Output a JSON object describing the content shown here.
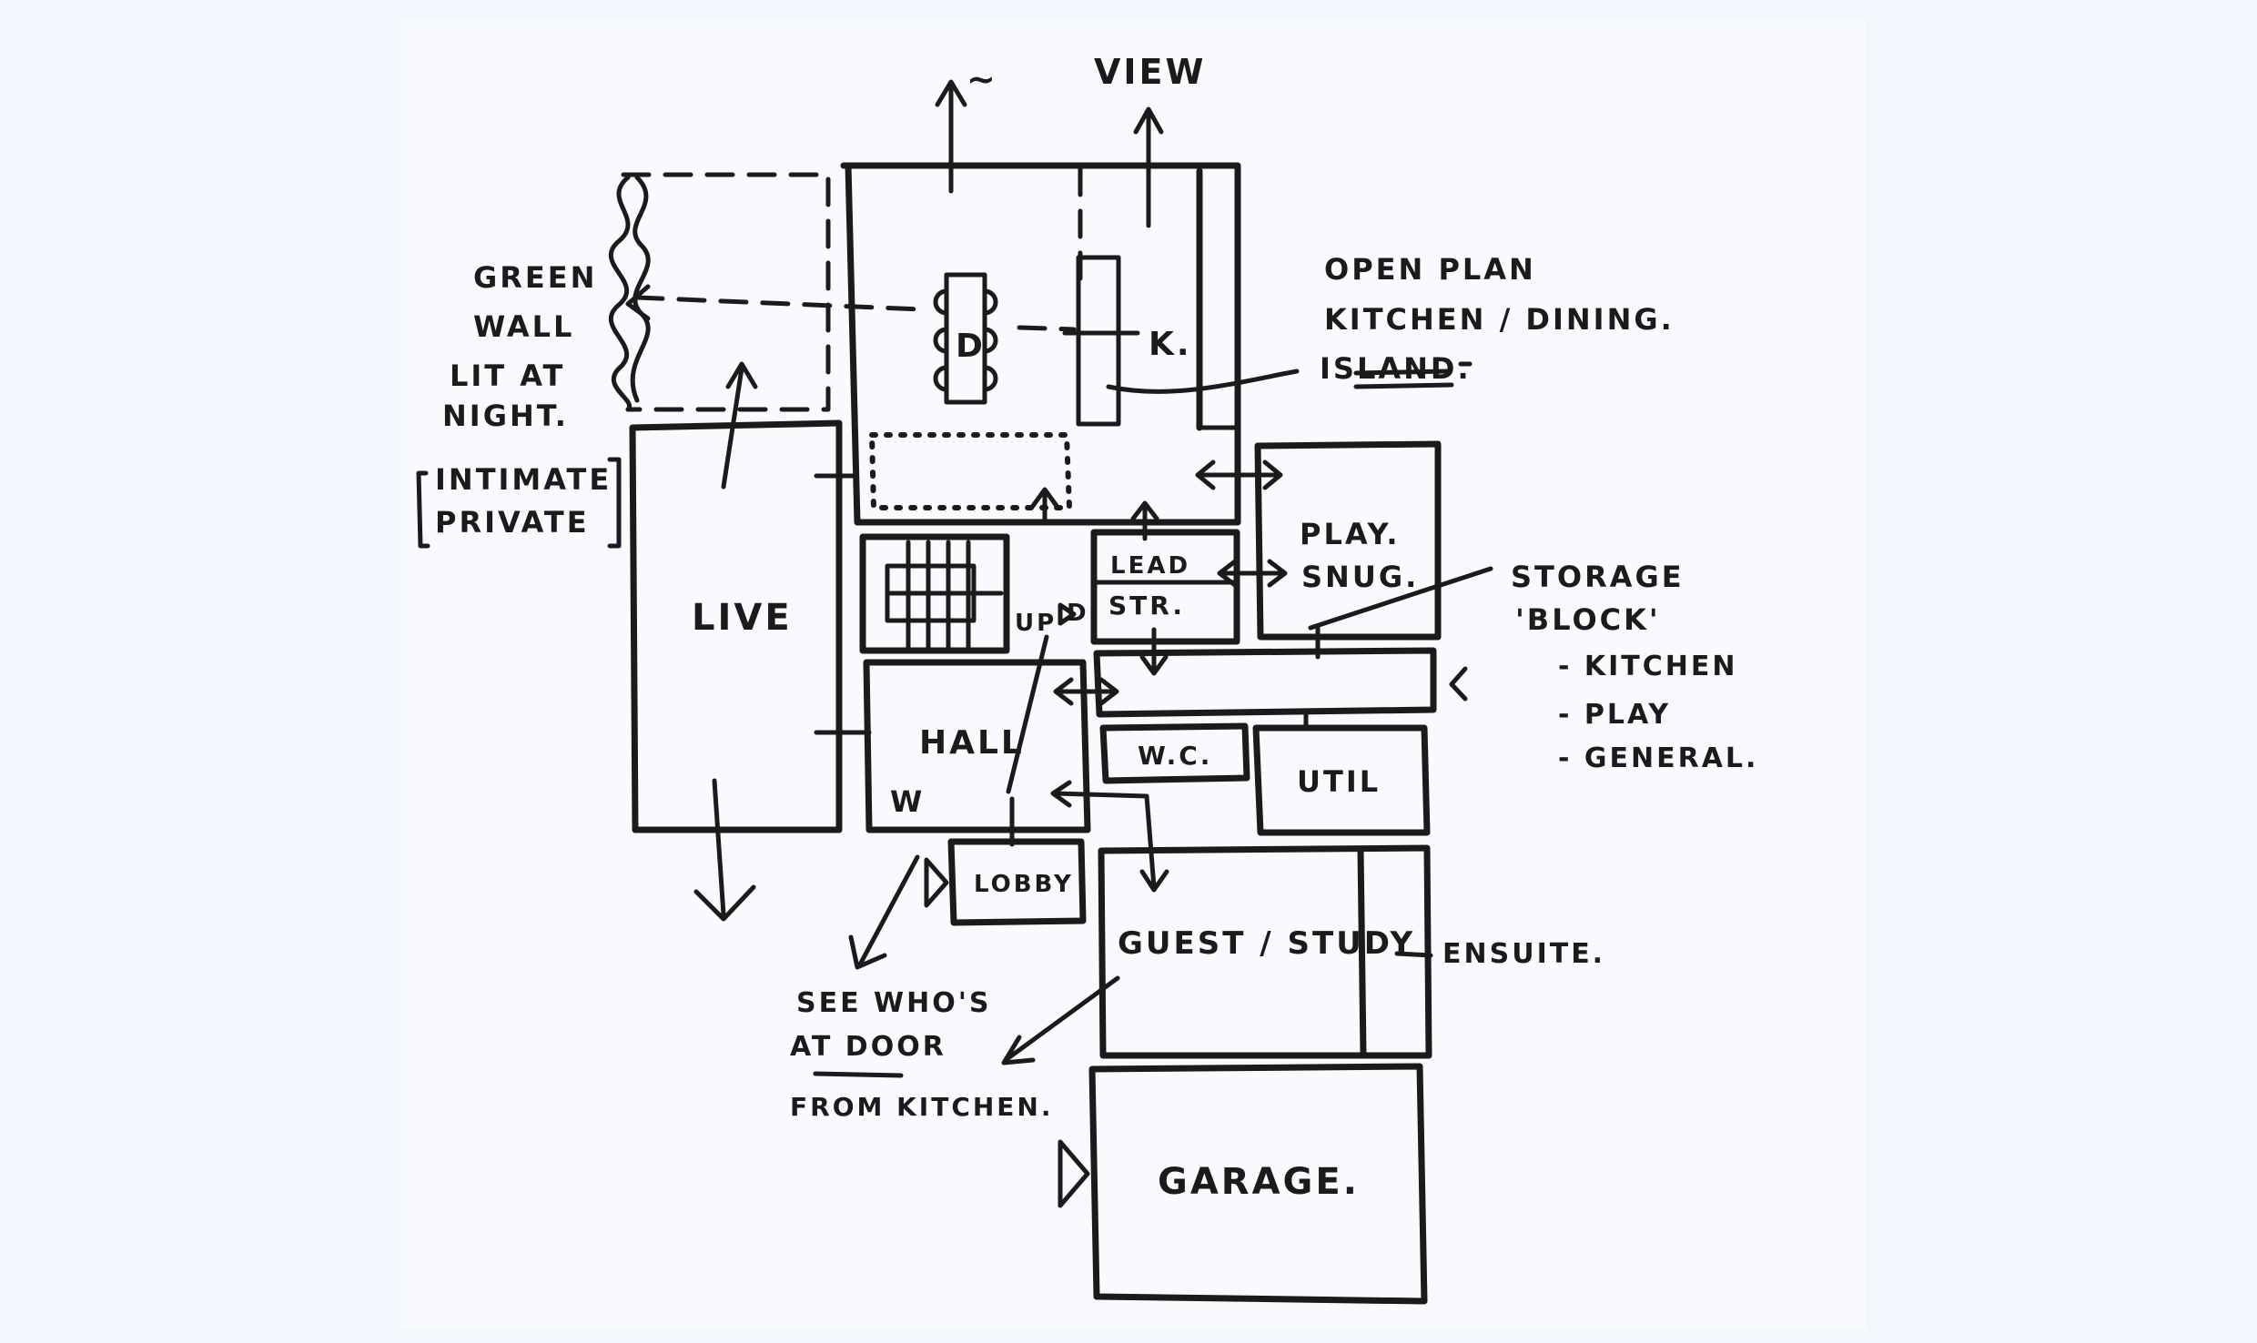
{
  "sketch": {
    "labels": {
      "view_tilde": "~",
      "view": "VIEW",
      "green_wall_1": "GREEN",
      "green_wall_2": "WALL",
      "green_wall_3": "LIT AT",
      "green_wall_4": "NIGHT.",
      "intimate": "INTIMATE",
      "private": "PRIVATE",
      "dining": "D",
      "kitchen": "K.",
      "open_plan_1": "OPEN PLAN",
      "open_plan_2": "KITCHEN / DINING.",
      "island": "ISLAND.",
      "live": "LIVE",
      "play_1": "PLAY.",
      "play_2": "SNUG.",
      "lead": "LEAD",
      "store": "STR.",
      "up": "UP",
      "door_d": "D",
      "storage_1": "STORAGE",
      "storage_2": "'BLOCK'",
      "storage_3": "- KITCHEN",
      "storage_4": "- PLAY",
      "storage_5": "- GENERAL.",
      "hall": "HALL",
      "w": "W",
      "wc": "W.C.",
      "util": "UTIL",
      "lobby": "LOBBY",
      "guest": "GUEST / STUDY",
      "ensuite": "ENSUITE.",
      "see_1": "SEE WHO'S",
      "see_2": "AT DOOR",
      "see_3": "FROM KITCHEN.",
      "garage": "GARAGE."
    }
  }
}
